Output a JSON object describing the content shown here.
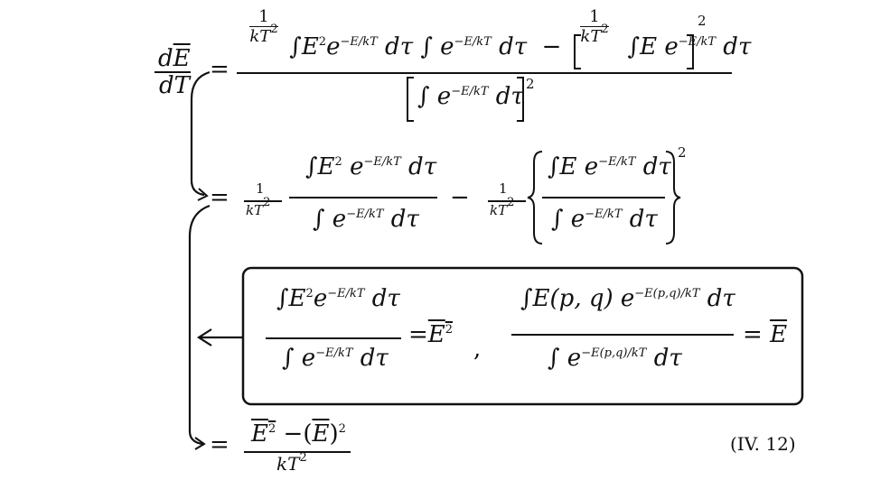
{
  "equation": {
    "lhs_num": "dE",
    "lhs_den": "dT",
    "eq": "=",
    "one": "1",
    "kT2": "kT",
    "two": "2",
    "E": "E",
    "E2": "E",
    "e": "e",
    "dtau": "dτ",
    "int": "∫",
    "minus": "−",
    "exp_num": "E",
    "exp_den": "kT",
    "exp_minus": "−",
    "comma": ",",
    "Epq": "E(p, q)",
    "E2bar": "E",
    "Ebar": "E",
    "final_num": "E²  −(E)²",
    "label": "(IV. 12)"
  }
}
